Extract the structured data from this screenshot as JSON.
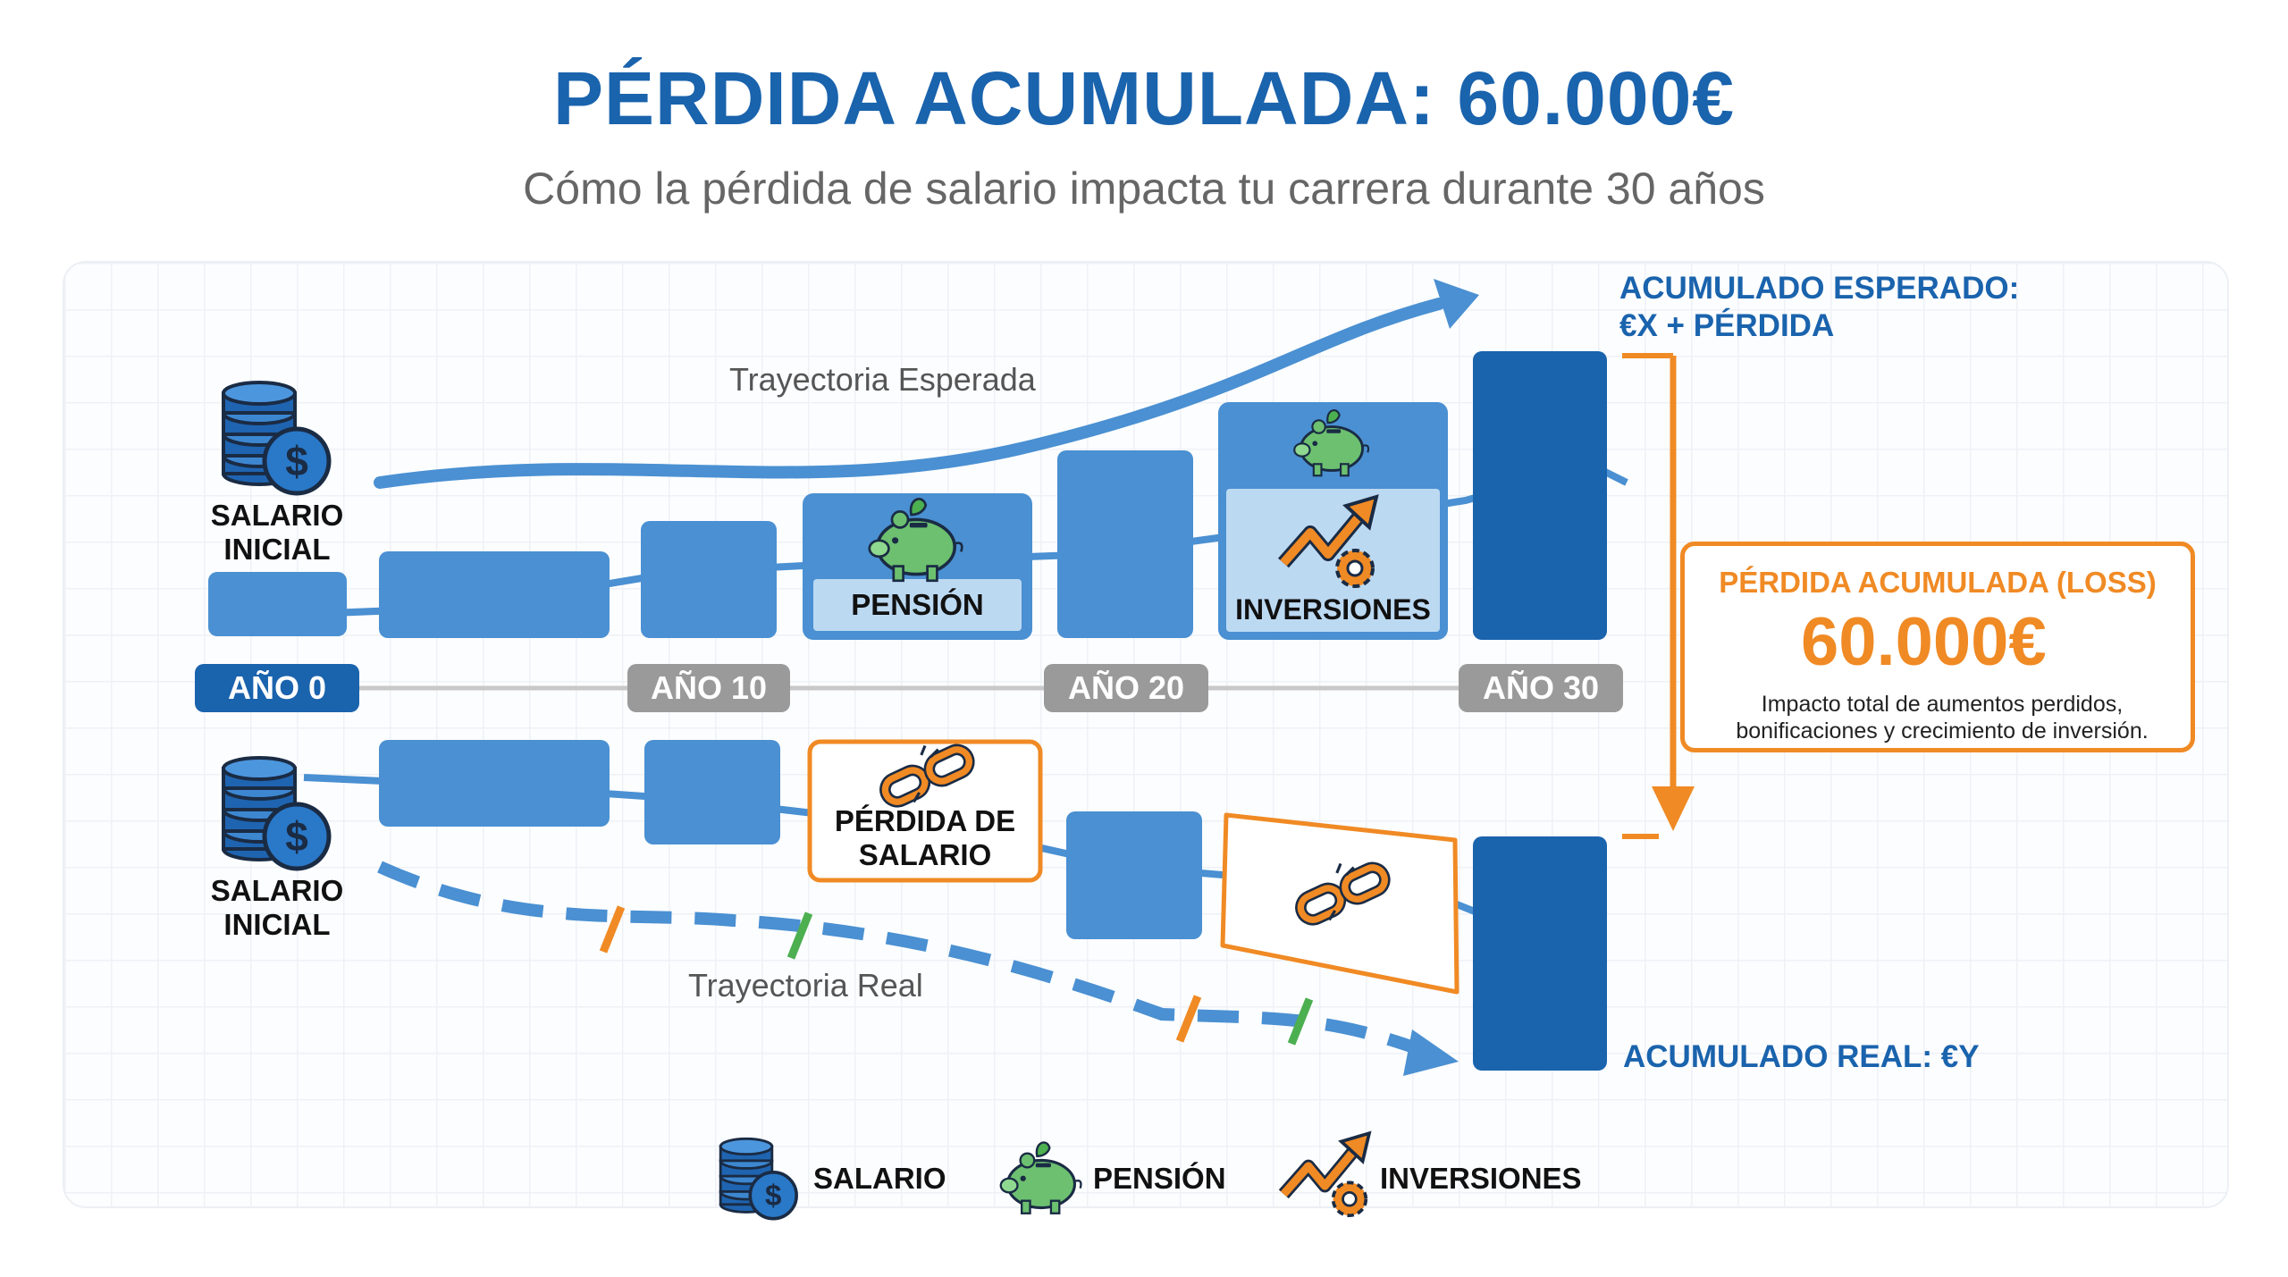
{
  "title": "PÉRDIDA ACUMULADA: 60.000€",
  "subtitle": "Cómo la pérdida de salario impacta tu carrera durante 30 años",
  "expected_path_label": "Trayectoria Esperada",
  "real_path_label": "Trayectoria Real",
  "start_label_top": [
    "SALARIO",
    "INICIAL"
  ],
  "start_label_bottom": [
    "SALARIO",
    "INICIAL"
  ],
  "timeline": [
    "AÑO 0",
    "AÑO 10",
    "AÑO 20",
    "AÑO 30"
  ],
  "expected_box_labels": {
    "pension": "PENSIÓN",
    "investments": "INVERSIONES"
  },
  "real_box_label": [
    "PÉRDIDA DE",
    "SALARIO"
  ],
  "expected_total": [
    "ACUMULADO ESPERADO:",
    "€X + PÉRDIDA"
  ],
  "real_total": "ACUMULADO REAL: €Y",
  "loss": {
    "title": "PÉRDIDA ACUMULADA (LOSS)",
    "value": "60.000€",
    "description": [
      "Impacto total de aumentos perdidos,",
      "bonificaciones y crecimiento de inversión."
    ]
  },
  "legend": [
    "SALARIO",
    "PENSIÓN",
    "INVERSIONES"
  ],
  "colors": {
    "primary_blue": "#1a63ad",
    "mid_blue": "#4a90d2",
    "light_blue": "#bcd9f2",
    "orange": "#f08a24",
    "green": "#4caf50",
    "timeline_active": "#1a63ad",
    "timeline_inactive": "#9a9a9a"
  },
  "icons": [
    "coin-stack-dollar-icon",
    "piggy-bank-icon",
    "growth-arrow-gear-icon",
    "broken-chain-icon",
    "sad-face-icon",
    "falling-arrow-icon",
    "arrow-right-icon"
  ]
}
